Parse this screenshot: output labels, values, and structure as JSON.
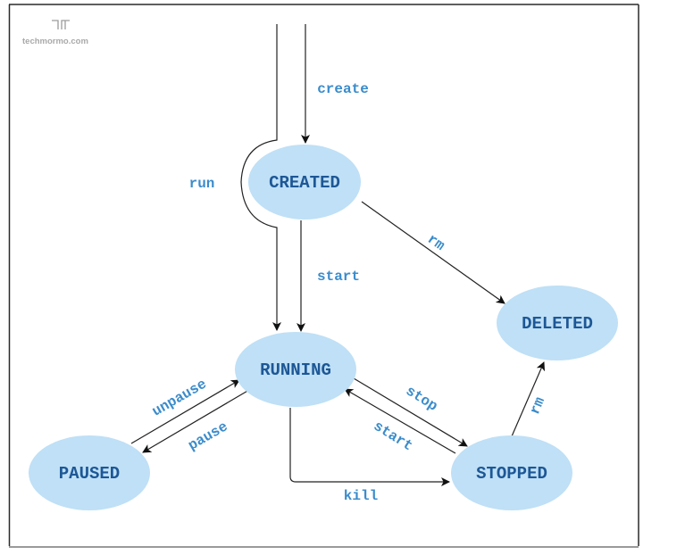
{
  "watermark": {
    "logo_icon": "techmormo-logo-icon",
    "text": "techmormo.com"
  },
  "colors": {
    "state_fill": "#bfe0f6",
    "state_text": "#1d5796",
    "edge_label": "#3b8ccb",
    "edge_line": "#222222"
  },
  "states": [
    {
      "id": "created",
      "label": "CREATED"
    },
    {
      "id": "deleted",
      "label": "DELETED"
    },
    {
      "id": "running",
      "label": "RUNNING"
    },
    {
      "id": "paused",
      "label": "PAUSED"
    },
    {
      "id": "stopped",
      "label": "STOPPED"
    }
  ],
  "transitions": [
    {
      "id": "create",
      "label": "create",
      "from": "",
      "to": "created"
    },
    {
      "id": "run",
      "label": "run",
      "from": "",
      "to": "running"
    },
    {
      "id": "start_created",
      "label": "start",
      "from": "created",
      "to": "running"
    },
    {
      "id": "rm_created",
      "label": "rm",
      "from": "created",
      "to": "deleted"
    },
    {
      "id": "unpause",
      "label": "unpause",
      "from": "paused",
      "to": "running"
    },
    {
      "id": "pause",
      "label": "pause",
      "from": "running",
      "to": "paused"
    },
    {
      "id": "stop",
      "label": "stop",
      "from": "running",
      "to": "stopped"
    },
    {
      "id": "start_stopped",
      "label": "start",
      "from": "stopped",
      "to": "running"
    },
    {
      "id": "kill",
      "label": "kill",
      "from": "running",
      "to": "stopped"
    },
    {
      "id": "rm_stopped",
      "label": "rm",
      "from": "stopped",
      "to": "deleted"
    }
  ]
}
